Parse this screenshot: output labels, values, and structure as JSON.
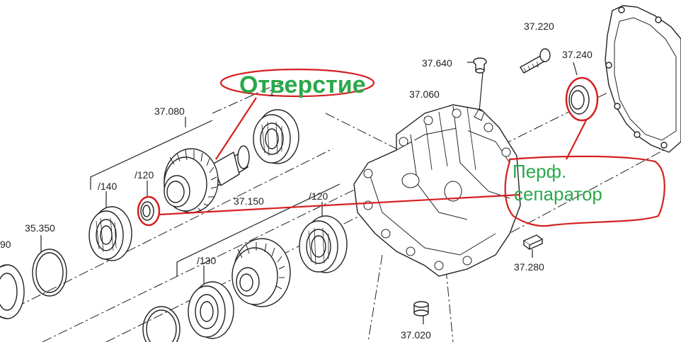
{
  "labels": {
    "l_90": "90",
    "l_35350": "35.350",
    "l_140": "/140",
    "l_120a": "/120",
    "l_37080": "37.080",
    "l_1": "1",
    "l_37150": "37.150",
    "l_120b": "/120",
    "l_130": "/130",
    "l_37060": "37.060",
    "l_37640": "37.640",
    "l_37220": "37.220",
    "l_37240": "37.240",
    "l_37280": "37.280",
    "l_37020": "37.020"
  },
  "annotations": {
    "otverstie": "Отверстие",
    "perf_line1": "Перф.",
    "perf_line2": "сепаратор"
  },
  "colors": {
    "line_art": "#222222",
    "annotation_red": "#d42020",
    "annotation_green": "#2aa84a"
  }
}
